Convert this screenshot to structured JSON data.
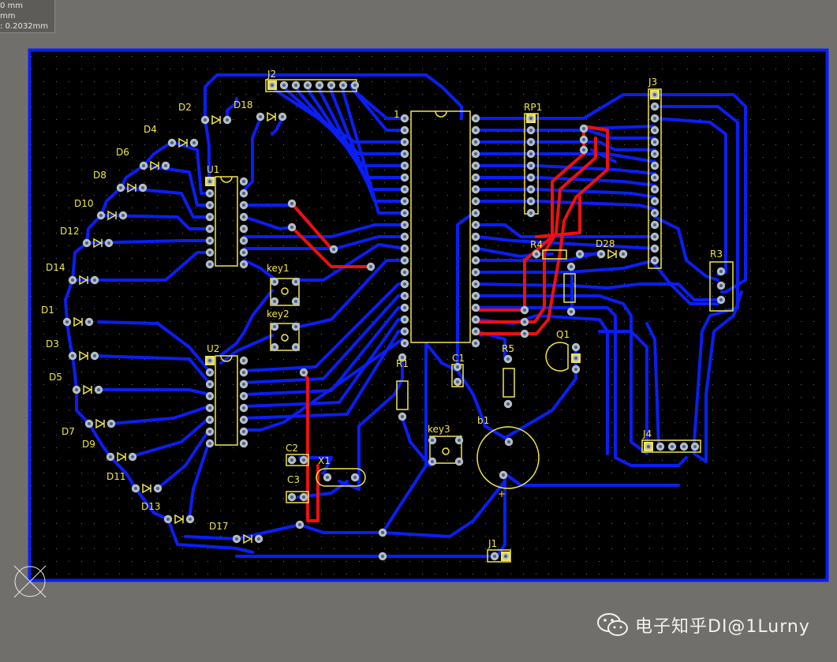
{
  "coord_readout": {
    "line1": "0 mm",
    "line2": "mm",
    "line3": ": 0.2032mm"
  },
  "components": {
    "J2": "J2",
    "J3": "J3",
    "J4": "J4",
    "J1": "J1",
    "RP1": "RP1",
    "U1": "U1",
    "U2": "U2",
    "pin1": "1",
    "key1": "key1",
    "key2": "key2",
    "key3": "key3",
    "R1": "R1",
    "R3": "R3",
    "R4": "R4",
    "R5": "R5",
    "C1": "C1",
    "C2": "C2",
    "C3": "C3",
    "X1": "X1",
    "Q1": "Q1",
    "b1": "b1",
    "plus": "+",
    "D2": "D2",
    "D18": "D18",
    "D4": "D4",
    "D6": "D6",
    "D8": "D8",
    "D10": "D10",
    "D12": "D12",
    "D14": "D14",
    "D1": "D1",
    "D3": "D3",
    "D5": "D5",
    "D7": "D7",
    "D9": "D9",
    "D11": "D11",
    "D13": "D13",
    "D17": "D17",
    "D28": "D28"
  },
  "watermark": {
    "text": "电子知乎DI@1Lurny",
    "icon": "wechat-icon"
  },
  "colors": {
    "background": "#716f6b",
    "board": "#000000",
    "trace_bottom": "#0a1ef5",
    "trace_top": "#ee1010",
    "silkscreen": "#f2e64a",
    "pad": "#b4bdc4"
  }
}
